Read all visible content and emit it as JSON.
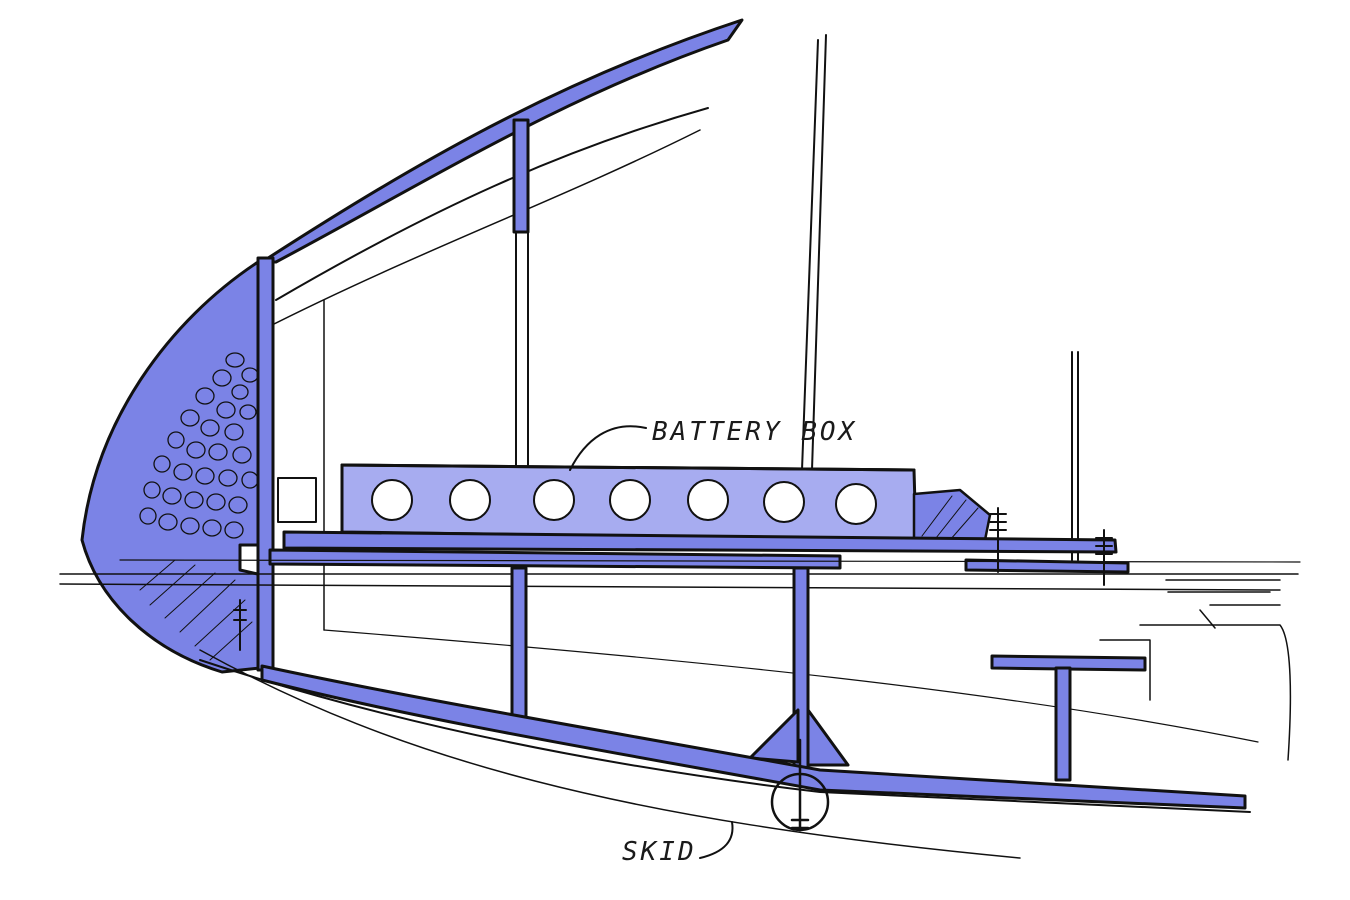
{
  "labels": {
    "battery_box": "BATTERY BOX",
    "skid": "SKID"
  },
  "colors": {
    "ink": "#111111",
    "wash": "#7b83e6",
    "wash_light": "#a7acf0",
    "background": "#ffffff"
  },
  "battery_cells": 7
}
